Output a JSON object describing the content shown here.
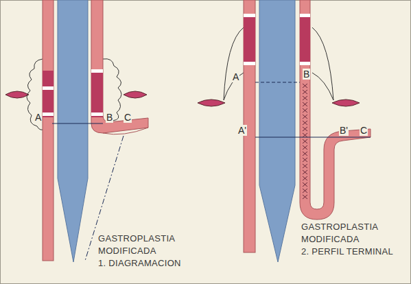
{
  "diagram": {
    "labels": [
      "A",
      "B",
      "C",
      "GASTROPLASTIA",
      "MODIFICADA",
      "1. DIAGRAMACION",
      "A",
      "B",
      "A'",
      "B'",
      "C",
      "GASTROPLASTIA",
      "MODIFICADA",
      "2. PERFIL TERMINAL"
    ]
  }
}
